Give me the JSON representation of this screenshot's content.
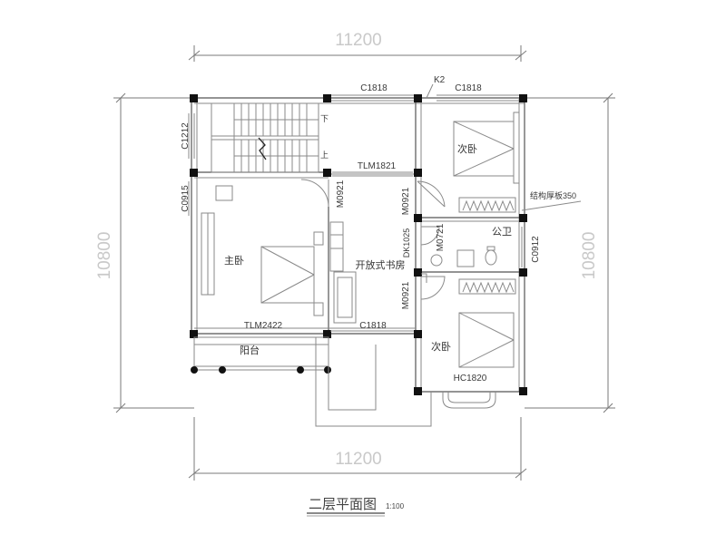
{
  "drawing": {
    "title": "二层平面图",
    "scale": "1:100"
  },
  "dimensions": {
    "top": "11200",
    "bottom": "11200",
    "left": "10800",
    "right": "10800"
  },
  "rooms": {
    "master_bedroom": "主卧",
    "bedroom_top": "次卧",
    "bedroom_bottom": "次卧",
    "study": "开放式书房",
    "balcony": "阳台",
    "bathroom": "公卫",
    "stair_down": "下",
    "stair_up": "上"
  },
  "labels": {
    "c1818_top": "C1818",
    "k2": "K2",
    "c1818_top_right": "C1818",
    "c1212": "C1212",
    "tlm1821": "TLM1821",
    "c0915": "C0915",
    "m0921_a": "M0921",
    "m0921_b": "M0921",
    "structural_note": "结构厚板350",
    "dk1025": "DK1025",
    "m0721": "M0721",
    "c0912": "C0912",
    "m0921_c": "M0921",
    "tlm2422": "TLM2422",
    "c1818_mid": "C1818",
    "hc1820": "HC1820"
  }
}
